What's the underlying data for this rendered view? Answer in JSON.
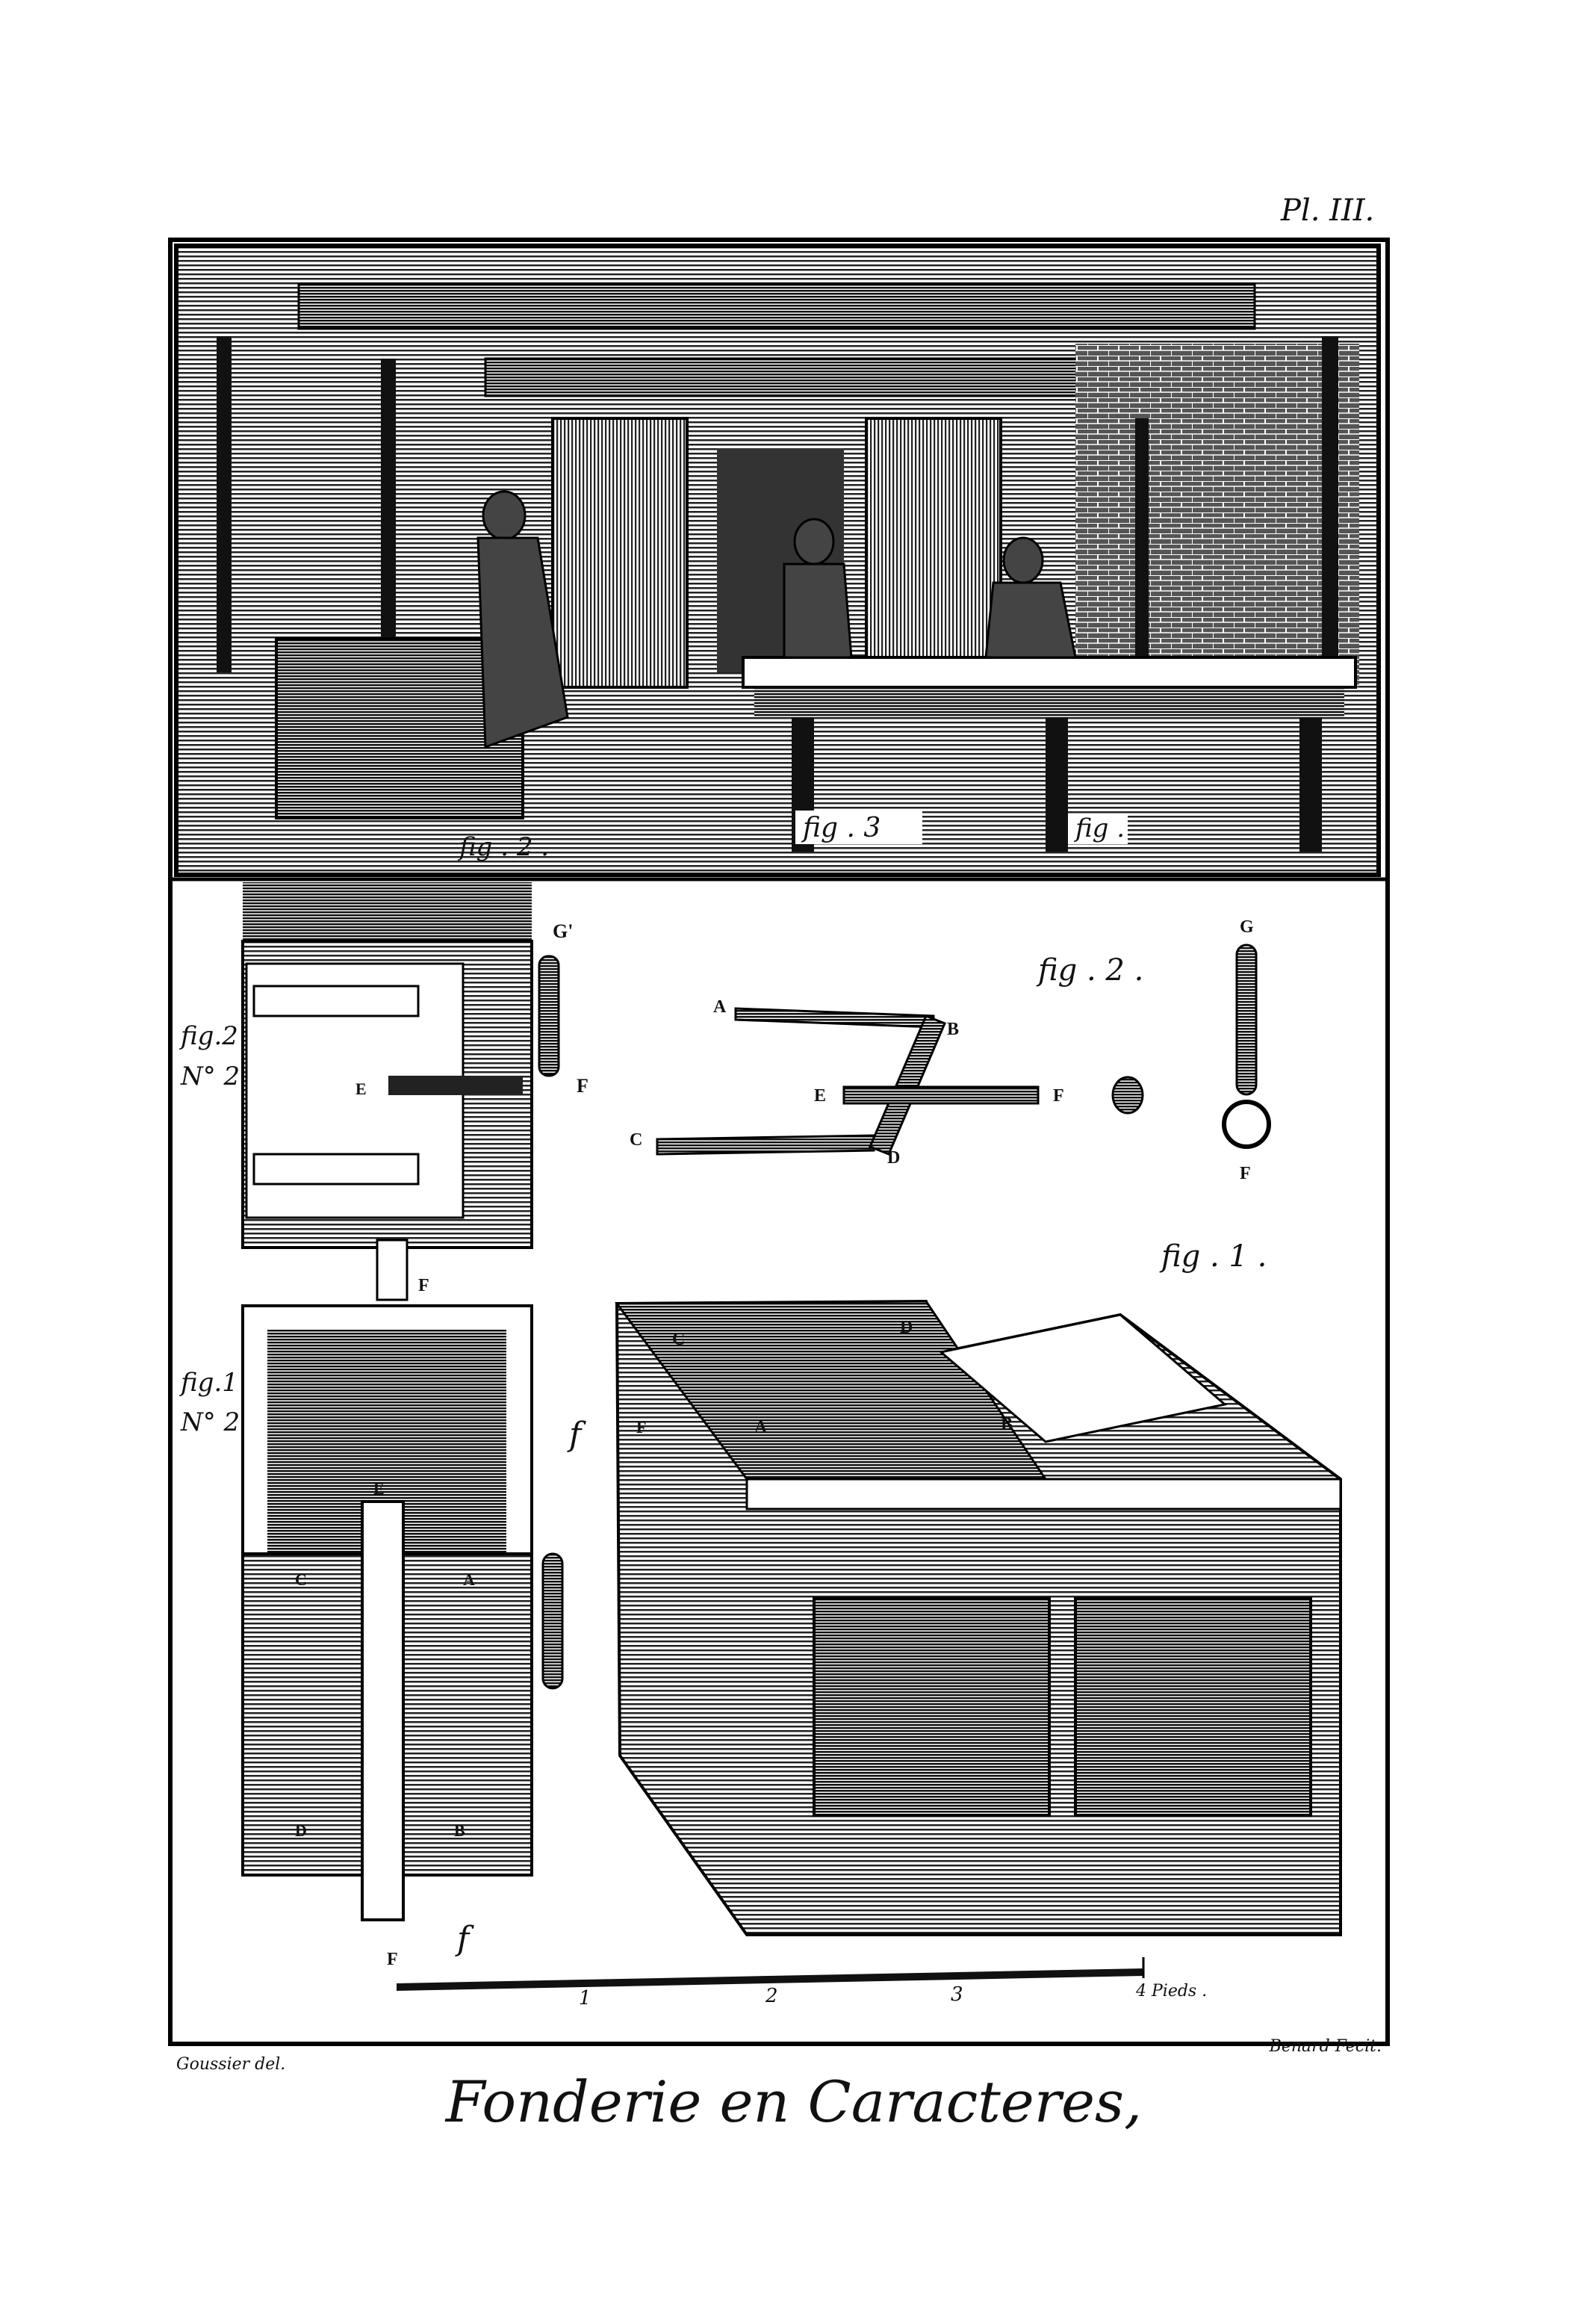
{
  "plate": {
    "number": "Pl. III.",
    "title": "Fonderie en Caracteres,",
    "credit_left": "Goussier del.",
    "credit_right": "Benard Fecit."
  },
  "scene_labels": {
    "fig2": "fig . 2 .",
    "fig3": "fig . 3",
    "fig4": "fig ."
  },
  "upper_left": {
    "fig": "fig.2",
    "num": "N° 2",
    "G": "G'",
    "F": "F",
    "E": "E",
    "F_bottom": "F"
  },
  "parts": {
    "fig": "fig . 2 .",
    "A": "A",
    "B": "B",
    "C": "C",
    "D": "D",
    "E": "E",
    "F": "F",
    "G": "G",
    "F2": "F"
  },
  "fig1_label": "fig . 1 .",
  "lower_left": {
    "fig": "fig.1",
    "num": "N° 2",
    "E": "E",
    "C": "C",
    "A": "A",
    "D": "D",
    "B": "B",
    "F": "F",
    "f": "f"
  },
  "cabinet": {
    "C": "C",
    "D": "D",
    "A": "A",
    "B": "B",
    "f": "f",
    "F": "F"
  },
  "scale": {
    "ticks": [
      "1",
      "2",
      "3",
      "4 Pieds ."
    ]
  }
}
